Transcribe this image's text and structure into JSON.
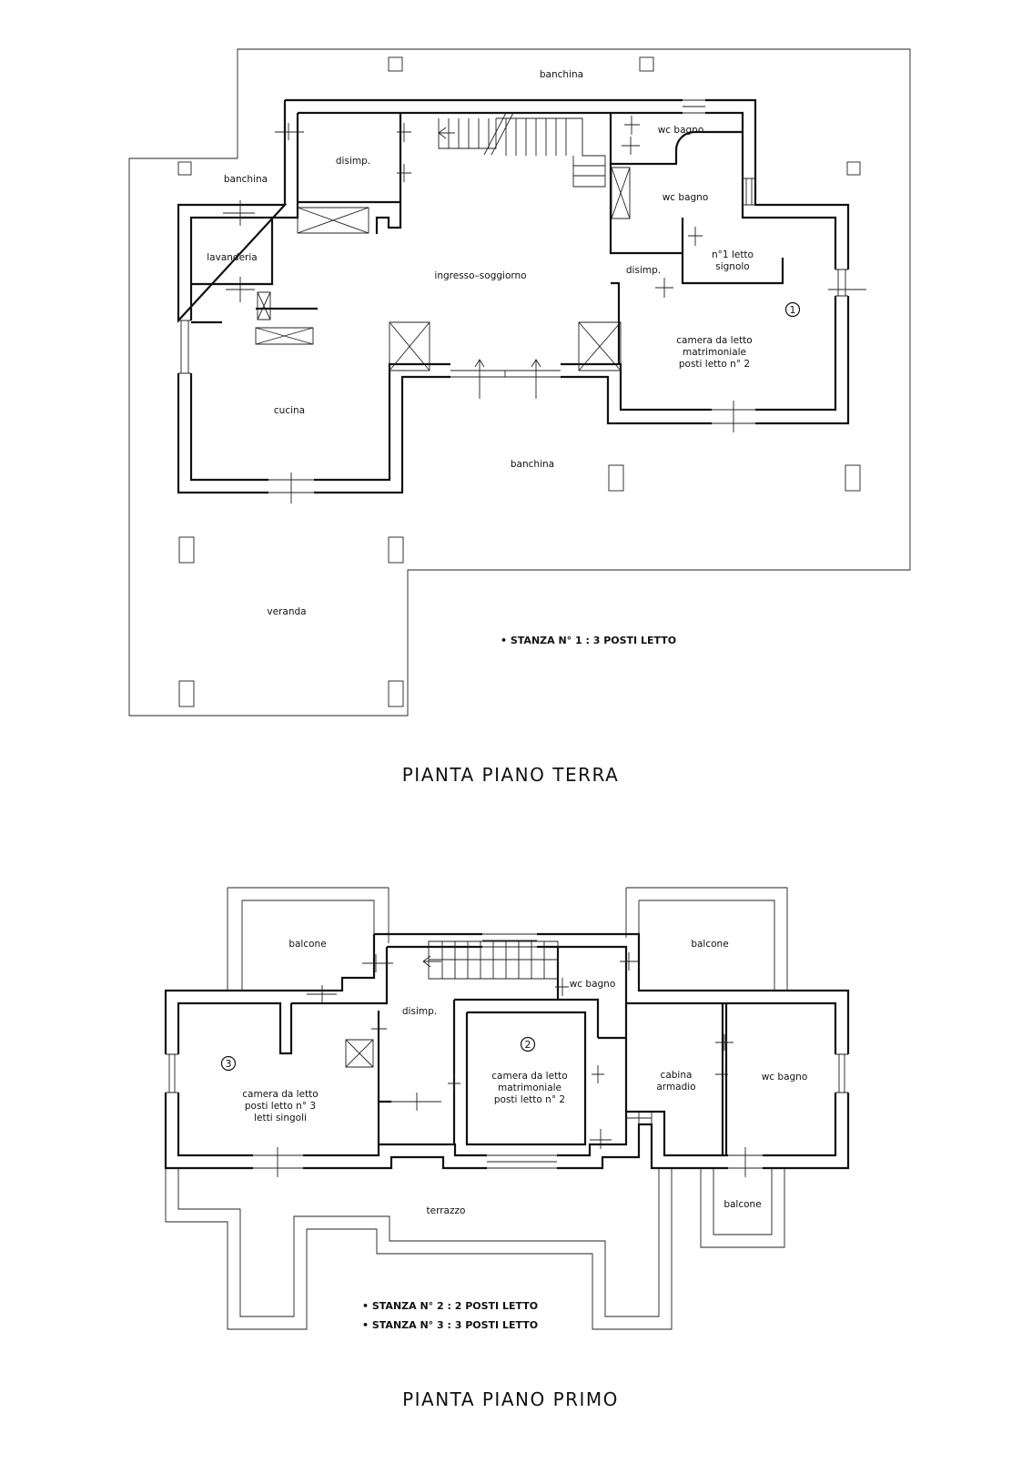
{
  "ground_floor": {
    "title": "PIANTA  PIANO  TERRA",
    "rooms": {
      "banchina_top": "banchina",
      "banchina_left": "banchina",
      "banchina_bottom": "banchina",
      "disimp_top": "disimp.",
      "wc_bagno_1": "wc bagno",
      "wc_bagno_2": "wc bagno",
      "lavanderia": "lavanderia",
      "ingresso": "ingresso–soggiorno",
      "disimp_right": "disimp.",
      "letto_singolo_1": "n°1  letto",
      "letto_singolo_2": "signolo",
      "camera_1": "camera  da  letto",
      "camera_2": "matrimoniale",
      "camera_3": "posti  letto  n°  2",
      "cucina": "cucina",
      "veranda": "veranda"
    },
    "room_number": "1",
    "note": "•  STANZA  N°  1  :  3  POSTI  LETTO"
  },
  "first_floor": {
    "title": "PIANTA  PIANO  PRIMO",
    "rooms": {
      "balcone_left": "balcone",
      "balcone_right": "balcone",
      "balcone_small": "balcone",
      "wc_bagno_top": "wc bagno",
      "disimp": "disimp.",
      "cam3_1": "camera  da  letto",
      "cam3_2": "posti  letto  n°  3",
      "cam3_3": "letti  singoli",
      "cam2_1": "camera  da  letto",
      "cam2_2": "matrimoniale",
      "cam2_3": "posti  letto  n°  2",
      "cabina_1": "cabina",
      "cabina_2": "armadio",
      "wc_bagno_right": "wc  bagno",
      "terrazzo": "terrazzo"
    },
    "room_number_3": "3",
    "room_number_2": "2",
    "notes": [
      "•  STANZA  N°  2  :  2  POSTI  LETTO",
      "•  STANZA  N°  3  :  3  POSTI  LETTO"
    ]
  }
}
